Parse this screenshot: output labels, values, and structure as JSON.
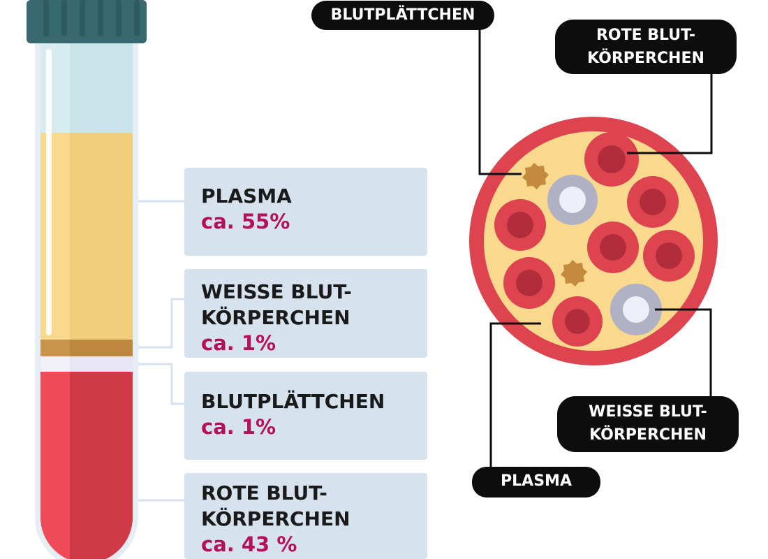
{
  "components": [
    {
      "title": "PLASMA",
      "value": "ca. 55%"
    },
    {
      "title": "WEISSE BLUT-\nKÖRPERCHEN",
      "value": "ca. 1%"
    },
    {
      "title": "BLUTPLÄTTCHEN",
      "value": "ca. 1%"
    },
    {
      "title": "ROTE BLUT-\nKÖRPERCHEN",
      "value": "ca. 43 %"
    }
  ],
  "callouts": {
    "platelets": "BLUTPLÄTTCHEN",
    "red_cells": "ROTE BLUT-\nKÖRPERCHEN",
    "white_cells": "WEISSE BLUT-\nKÖRPERCHEN",
    "plasma": "PLASMA"
  },
  "colors": {
    "plasma": "#f8d98e",
    "platelet_layer": "#c9944c",
    "white_cell_layer": "#f0eef8",
    "red_cells": "#dd4450",
    "red_cell_core": "#b22d3b",
    "white_cell": "#b1b1c6",
    "platelet": "#c48a3f",
    "cap": "#3c6f75",
    "highlight": "#b5105a",
    "box": "#d6e3ee"
  }
}
